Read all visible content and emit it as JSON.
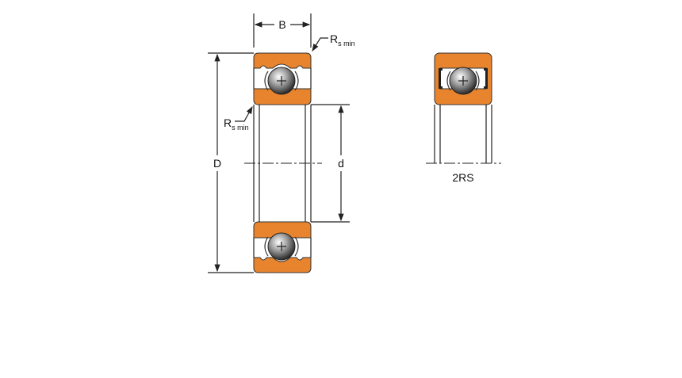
{
  "diagram": {
    "title": "Deep groove ball bearing dimensions",
    "labels": {
      "width": "B",
      "outer_diameter": "D",
      "bore_diameter": "d",
      "radius_main": "R",
      "radius_sub": "s min",
      "seal_variant": "2RS"
    },
    "colors": {
      "ring": "#e8842e",
      "line": "#222222"
    }
  }
}
